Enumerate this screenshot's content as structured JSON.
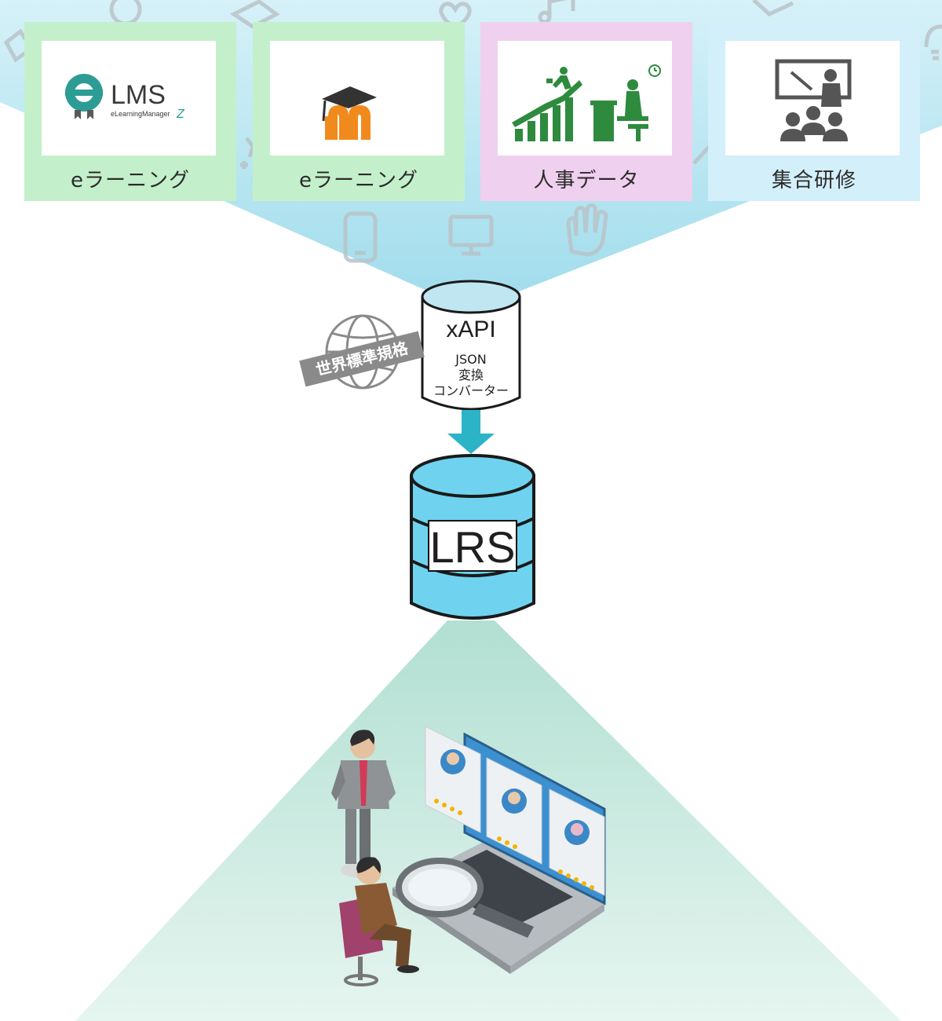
{
  "cards": [
    {
      "id": "lms",
      "label": "eラーニング",
      "color": "#c3f0cb",
      "logo_text": "LMS",
      "logo_subtext": "eLearningManager",
      "logo_suffix": "Z"
    },
    {
      "id": "moodle",
      "label": "eラーニング",
      "color": "#c3f0cb"
    },
    {
      "id": "hr",
      "label": "人事データ",
      "color": "#f0d0ef"
    },
    {
      "id": "training",
      "label": "集合研修",
      "color": "#d3effa"
    }
  ],
  "converter": {
    "title": "xAPI",
    "sub_lines": [
      "JSON",
      "変換",
      "コンバーター"
    ]
  },
  "standard_badge": "世界標準規格",
  "store": {
    "label": "LRS",
    "color": "#6fd3ef"
  },
  "colors": {
    "funnel_top": "#cdeef6",
    "funnel_bottom": "#9fdcec",
    "arrow": "#2bb3c8",
    "analysis_cone": "#cfe9df"
  },
  "icons": [
    "tablet-icon",
    "monitor-icon",
    "hand-icon",
    "globe-icon",
    "lightbulb-icon",
    "music-icon",
    "heart-icon"
  ]
}
